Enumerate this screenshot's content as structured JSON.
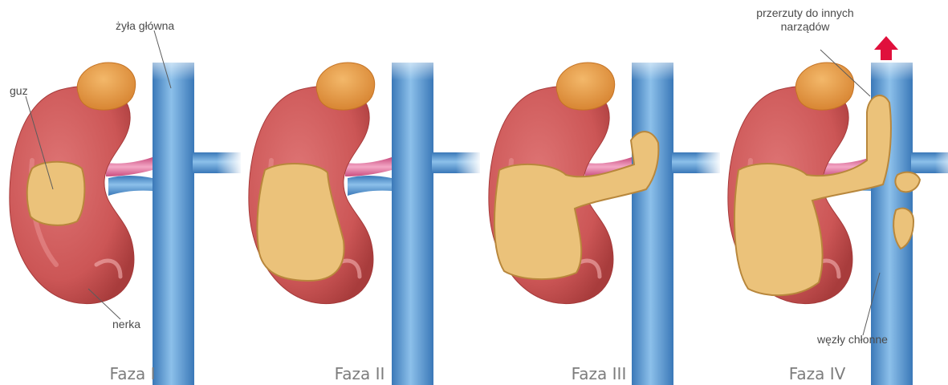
{
  "labels": {
    "vena_cava": "żyła główna",
    "tumor": "guz",
    "kidney": "nerka",
    "metastases": "przerzuty do innych narządów",
    "metastases_line1": "przerzuty do innych",
    "metastases_line2": "narządów",
    "lymph_nodes": "węzły chłonne"
  },
  "stages": [
    {
      "label": "Faza I"
    },
    {
      "label": "Faza II"
    },
    {
      "label": "Faza III"
    },
    {
      "label": "Faza IV"
    }
  ],
  "colors": {
    "kidney": "#cf5b5b",
    "kidney_dark": "#b54444",
    "adrenal": "#e59a48",
    "vein": "#4f8fc9",
    "artery": "#e57aa4",
    "tumor": "#ebc27a",
    "arrow": "#e0103c",
    "label_text": "#4a4a4a",
    "stage_text": "#7d7d7d"
  }
}
